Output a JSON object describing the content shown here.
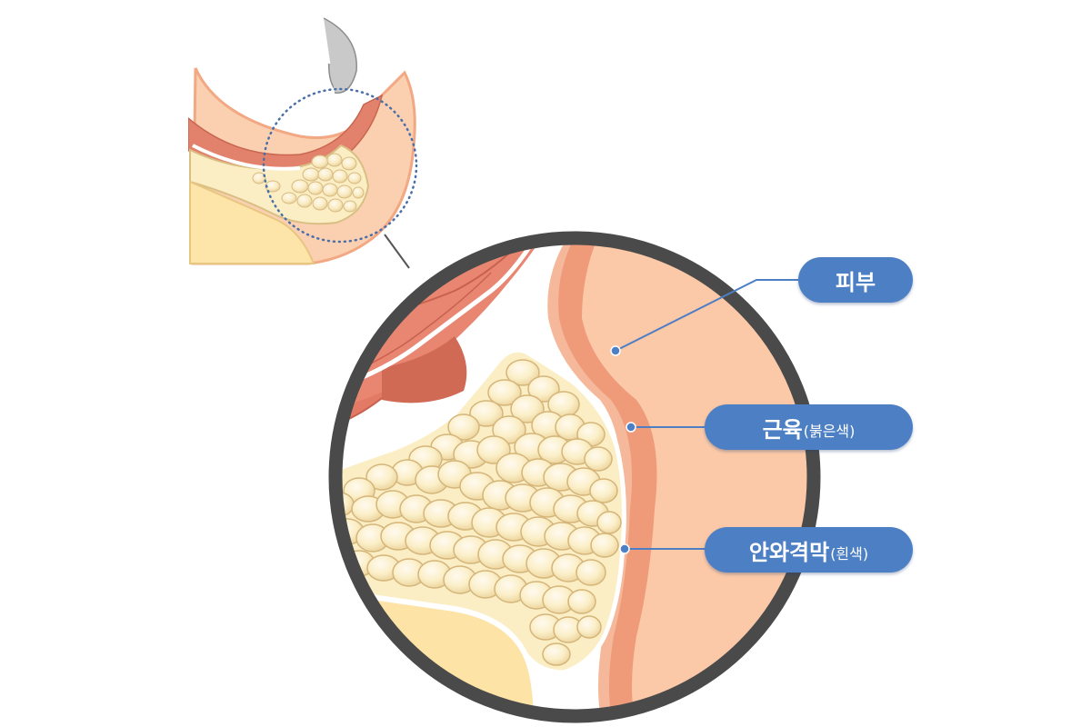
{
  "labels": {
    "skin": {
      "main": "피부",
      "sub": ""
    },
    "muscle": {
      "main": "근육",
      "sub": "(붉은색)"
    },
    "septum": {
      "main": "안와격막",
      "sub": "(흰색)"
    }
  },
  "colors": {
    "pill": "#4d7fc4",
    "leader": "#4d7fc4",
    "ring": "#4a4a4a",
    "skin": "#fbc9a7",
    "skin_edge": "#f4a07c",
    "muscle": "#e27a65",
    "fat": "#f8e6b2",
    "fat_edge": "#d8bd80",
    "bone": "#fde3a5",
    "septum": "#ffffff",
    "dotted_circle": "#4a6fa8"
  }
}
